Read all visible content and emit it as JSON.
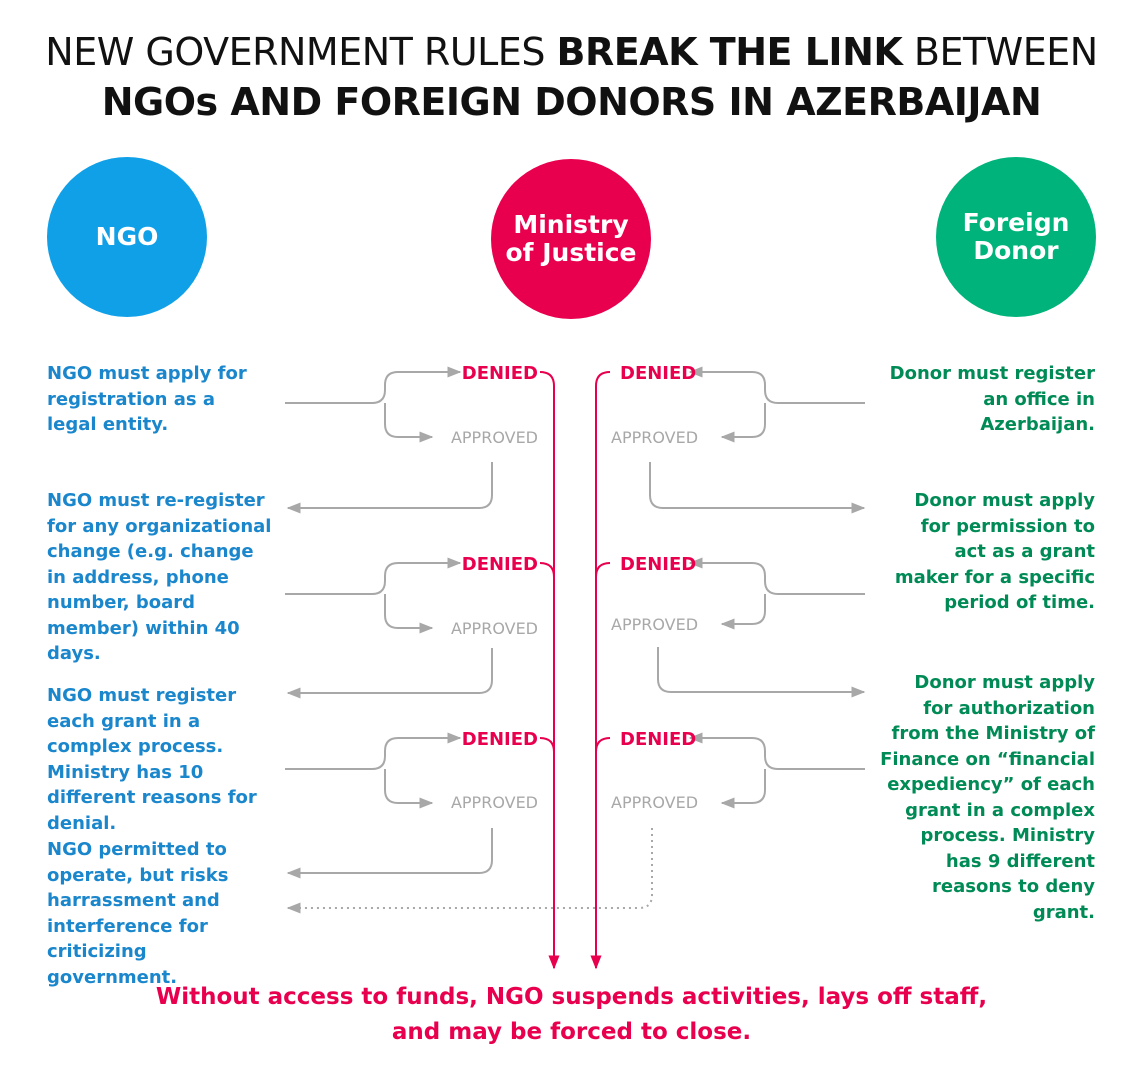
{
  "title": {
    "line1_pre": "NEW GOVERNMENT RULES ",
    "line1_bold": "BREAK THE LINK",
    "line1_post": " BETWEEN",
    "line2": "NGOs AND FOREIGN DONORS IN AZERBAIJAN"
  },
  "actors": {
    "ngo": "NGO",
    "ministry": "Ministry\nof Justice",
    "donor": "Foreign\nDonor"
  },
  "colors": {
    "ngo": "#10a0e8",
    "ministry": "#e8004f",
    "donor": "#00b37a",
    "ngo_text": "#1a86cc",
    "donor_text": "#008a55",
    "approved": "#a8a8a8"
  },
  "outcomes": {
    "denied": "DENIED",
    "approved": "APPROVED"
  },
  "ngo_steps": [
    {
      "text": "NGO must apply for registration as a legal entity."
    },
    {
      "text": "NGO must re-register for any organizational change (e.g. change in address, phone number, board member) ",
      "bold": "within 40 days."
    },
    {
      "text": "NGO must register each grant in a complex process. Ministry has 10 different reasons for denial."
    },
    {
      "text": "NGO permitted to operate, but risks harrassment and interference for criticizing government."
    }
  ],
  "donor_steps": [
    {
      "text": "Donor must register an office in Azerbaijan."
    },
    {
      "text": "Donor must apply for permission to act as a grant maker for a specific period of time."
    },
    {
      "text": "Donor must apply for authorization from the Ministry of Finance on “financial expediency” of each grant in a complex process. Ministry has 9 different reasons to deny grant."
    }
  ],
  "conclusion": {
    "line1": "Without access to funds, NGO suspends activities, lays off staff,",
    "line2": "and may be forced to close."
  }
}
